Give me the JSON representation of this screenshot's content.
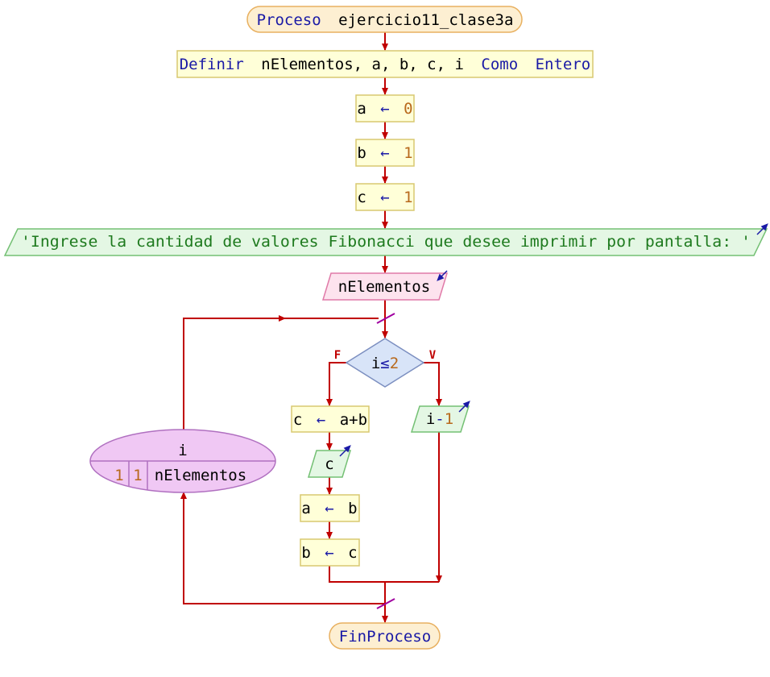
{
  "process": {
    "keyword": "Proceso",
    "name": "ejercicio11_clase3a"
  },
  "define": {
    "keyword": "Definir",
    "vars": "nElementos, a, b, c, i",
    "como": "Como",
    "type": "Entero"
  },
  "assignments": {
    "a0": {
      "target": "a",
      "arrow": "←",
      "value": "0"
    },
    "b1": {
      "target": "b",
      "arrow": "←",
      "value": "1"
    },
    "c1": {
      "target": "c",
      "arrow": "←",
      "value": "1"
    }
  },
  "output_prompt": {
    "text": "'Ingrese la cantidad de valores Fibonacci que desee imprimir por pantalla: '"
  },
  "input": {
    "var": "nElementos"
  },
  "loop": {
    "var": "i",
    "start": "1",
    "step": "1",
    "end": "nElementos"
  },
  "decision": {
    "var": "i",
    "op": "≤",
    "value": "2",
    "false_label": "F",
    "true_label": "V"
  },
  "false_branch": {
    "sum": {
      "target": "c",
      "arrow": "←",
      "expr": "a+b"
    },
    "print": {
      "var": "c"
    },
    "assign_a": {
      "target": "a",
      "arrow": "←",
      "value": "b"
    },
    "assign_b": {
      "target": "b",
      "arrow": "←",
      "value": "c"
    }
  },
  "true_branch": {
    "print": {
      "var": "i",
      "op": "-",
      "value": "1"
    }
  },
  "end": {
    "label": "FinProceso"
  },
  "colors": {
    "flow": "#c00000",
    "terminal_fill": "#fdefd2",
    "terminal_stroke": "#e8b060",
    "assign_fill": "#ffffd8",
    "assign_stroke": "#d8c870",
    "output_fill": "#e4f7e4",
    "output_stroke": "#74c074",
    "input_fill": "#fde3ee",
    "input_stroke": "#e07aa8",
    "decision_fill": "#d8e4f8",
    "decision_stroke": "#7c8fc0",
    "loop_fill": "#f0c8f4",
    "loop_stroke": "#b070c0"
  }
}
